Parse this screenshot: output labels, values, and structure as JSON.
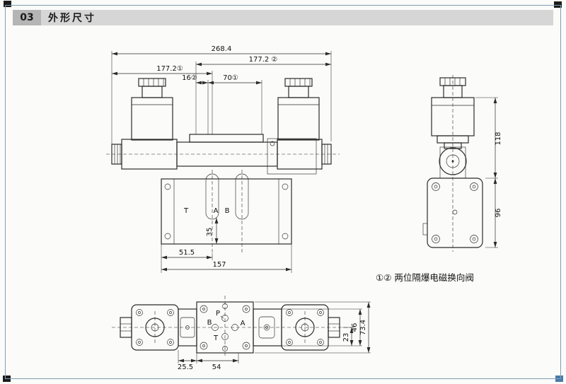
{
  "header": {
    "code": "03",
    "title": "外形尺寸"
  },
  "caption": "①② 两位隔爆电磁换向阀",
  "front_view": {
    "dim_overall": "268.4",
    "dim_177_2_v2": "177.2 ②",
    "dim_177_2_v1": "177.2①",
    "dim_16_v2": "16②",
    "dim_70_v1": "70①",
    "port_t": "T",
    "port_a": "A",
    "port_b": "B",
    "dim_35": "35",
    "dim_51_5": "51.5",
    "dim_157": "157"
  },
  "side_view": {
    "dim_118": "118",
    "dim_96": "96"
  },
  "top_view": {
    "port_p": "P",
    "port_a": "A",
    "port_b": "B",
    "port_t": "T",
    "dim_25_5": "25.5",
    "dim_54": "54",
    "dim_23": "23",
    "dim_46": "46",
    "dim_73_4": "73.4"
  }
}
